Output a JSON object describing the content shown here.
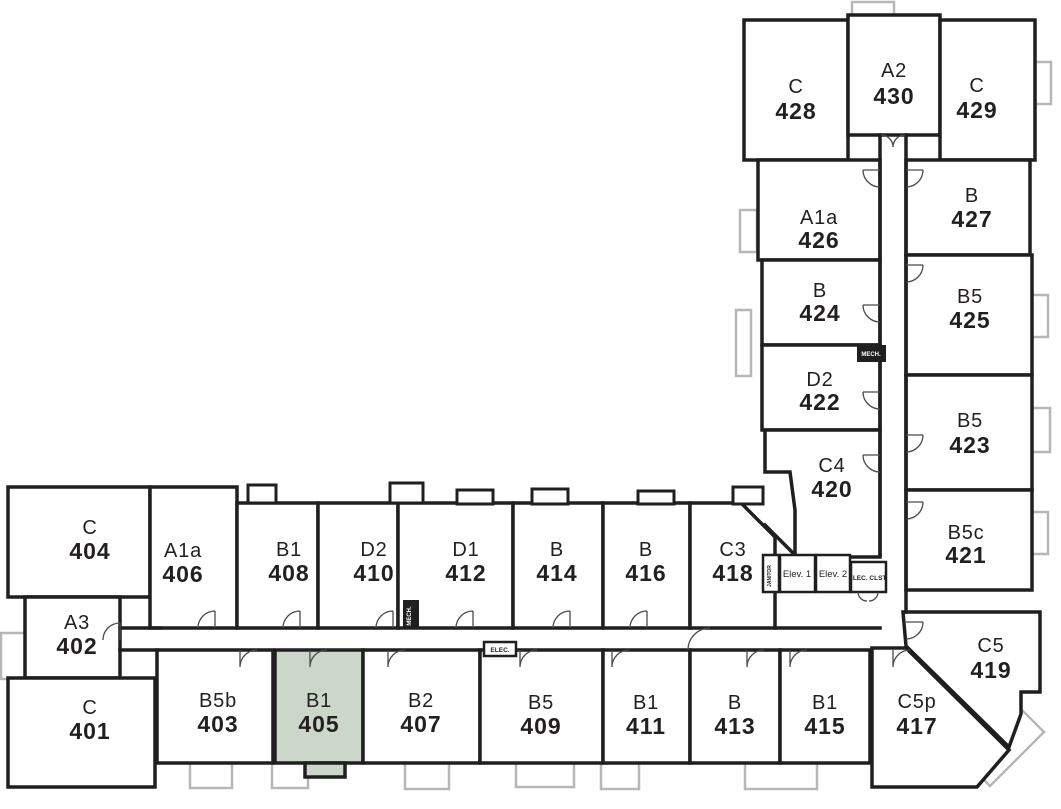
{
  "plan": {
    "highlighted_unit": {
      "type": "B1",
      "number": "405"
    },
    "colors": {
      "wall": "#1f1f1f",
      "highlight": "#cbd8c9",
      "balcony": "#b7b7b7",
      "text": "#231f20",
      "background": "#ffffff"
    },
    "units": [
      {
        "type": "C",
        "number": "428"
      },
      {
        "type": "A2",
        "number": "430"
      },
      {
        "type": "C",
        "number": "429"
      },
      {
        "type": "A1a",
        "number": "426"
      },
      {
        "type": "B",
        "number": "427"
      },
      {
        "type": "B",
        "number": "424"
      },
      {
        "type": "B5",
        "number": "425"
      },
      {
        "type": "D2",
        "number": "422"
      },
      {
        "type": "B5",
        "number": "423"
      },
      {
        "type": "C4",
        "number": "420"
      },
      {
        "type": "B5c",
        "number": "421"
      },
      {
        "type": "C5",
        "number": "419"
      },
      {
        "type": "C",
        "number": "404"
      },
      {
        "type": "A1a",
        "number": "406"
      },
      {
        "type": "B1",
        "number": "408"
      },
      {
        "type": "D2",
        "number": "410"
      },
      {
        "type": "D1",
        "number": "412"
      },
      {
        "type": "B",
        "number": "414"
      },
      {
        "type": "B",
        "number": "416"
      },
      {
        "type": "C3",
        "number": "418"
      },
      {
        "type": "A3",
        "number": "402"
      },
      {
        "type": "C",
        "number": "401"
      },
      {
        "type": "B5b",
        "number": "403"
      },
      {
        "type": "B1",
        "number": "405",
        "highlighted": true
      },
      {
        "type": "B2",
        "number": "407"
      },
      {
        "type": "B5",
        "number": "409"
      },
      {
        "type": "B1",
        "number": "411"
      },
      {
        "type": "B",
        "number": "413"
      },
      {
        "type": "B1",
        "number": "415"
      },
      {
        "type": "C5p",
        "number": "417"
      }
    ],
    "service": {
      "elev1": "Elev. 1",
      "elev2": "Elev. 2",
      "elec_clst": "ELEC. CLST.",
      "janitor": "JANITOR",
      "mech_upper": "MECH.",
      "mech_lower": "MECH.",
      "elec": "ELEC."
    }
  }
}
